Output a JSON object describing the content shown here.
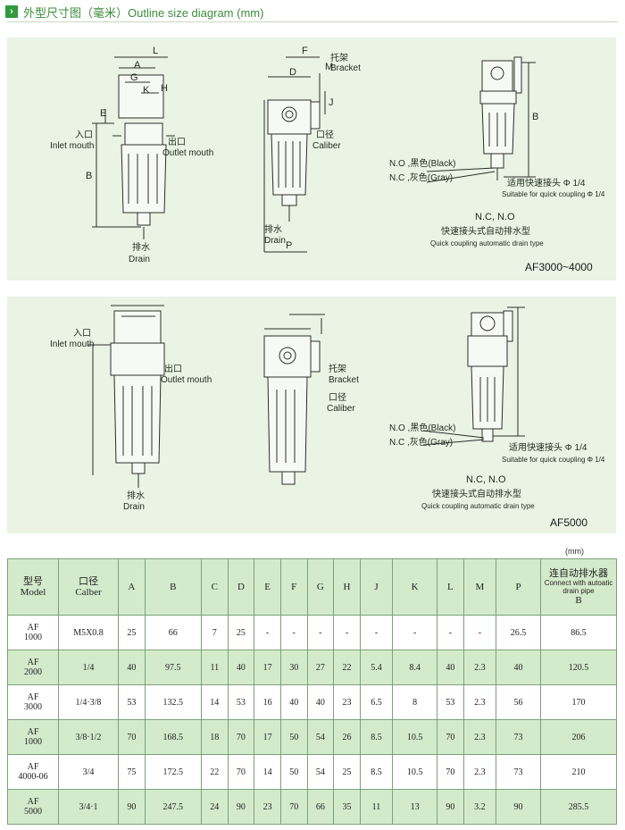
{
  "header": {
    "title": "外型尺寸图（毫米）Outline size diagram (mm)"
  },
  "panel1": {
    "dims_left": [
      "L",
      "A",
      "G",
      "K",
      "H",
      "E",
      "B"
    ],
    "dims_mid": [
      "F",
      "M",
      "D",
      "P",
      "J"
    ],
    "dims_right": [
      "B"
    ],
    "labels": {
      "inlet_cn": "入口",
      "inlet_en": "Inlet mouth",
      "outlet_cn": "出口",
      "outlet_en": "Outlet mouth",
      "drain_cn": "排水",
      "drain_en": "Drain",
      "bracket_cn": "托架",
      "bracket_en": "Bracket",
      "caliber_cn": "口径",
      "caliber_en": "Caliber",
      "drain2_cn": "排水",
      "drain2_en": "Drain",
      "no": "N.O ,黑色(Black)",
      "nc": "N.C ,灰色(Gray)",
      "quick_cn": "适用快速接头 Φ 1/4",
      "quick_en": "Suitable for quick coupling Φ 1/4",
      "ncno": "N.C, N.O",
      "qc_cn": "快速接头式自动排水型",
      "qc_en": "Quick coupling automatic drain type"
    },
    "model": "AF3000~4000"
  },
  "panel2": {
    "labels": {
      "inlet_cn": "入口",
      "inlet_en": "Inlet mouth",
      "outlet_cn": "出口",
      "outlet_en": "Outlet mouth",
      "drain_cn": "排水",
      "drain_en": "Drain",
      "bracket_cn": "托架",
      "bracket_en": "Bracket",
      "caliber_cn": "口径",
      "caliber_en": "Caliber",
      "no": "N.O ,黑色(Black)",
      "nc": "N.C ,灰色(Gray)",
      "quick_cn": "适用快速接头 Φ 1/4",
      "quick_en": "Suitable for quick coupling Φ 1/4",
      "ncno": "N.C, N.O",
      "qc_cn": "快速接头式自动排水型",
      "qc_en": "Quick coupling automatic drain type"
    },
    "model": "AF5000"
  },
  "table": {
    "unit": "(mm)",
    "headers": {
      "model_cn": "型号",
      "model_en": "Model",
      "caliber_cn": "口径",
      "caliber_en": "Calber",
      "cols": [
        "A",
        "B",
        "C",
        "D",
        "E",
        "F",
        "G",
        "H",
        "J",
        "K",
        "L",
        "M",
        "P"
      ],
      "last_cn": "连自动排水器",
      "last_en": "Connect with autoatic drain pipe",
      "last_b": "B"
    },
    "rows": [
      {
        "m1": "AF",
        "m2": "1000",
        "cal": "M5X0.8",
        "v": [
          "25",
          "66",
          "7",
          "25",
          "-",
          "-",
          "-",
          "-",
          "-",
          "-",
          "-",
          "-",
          "26.5"
        ],
        "last": "86.5"
      },
      {
        "m1": "AF",
        "m2": "2000",
        "cal": "1/4",
        "v": [
          "40",
          "97.5",
          "11",
          "40",
          "17",
          "30",
          "27",
          "22",
          "5.4",
          "8.4",
          "40",
          "2.3",
          "40"
        ],
        "last": "120.5"
      },
      {
        "m1": "AF",
        "m2": "3000",
        "cal": "1/4·3/8",
        "v": [
          "53",
          "132.5",
          "14",
          "53",
          "16",
          "40",
          "40",
          "23",
          "6.5",
          "8",
          "53",
          "2.3",
          "56"
        ],
        "last": "170"
      },
      {
        "m1": "AF",
        "m2": "1000",
        "cal": "3/8·1/2",
        "v": [
          "70",
          "168.5",
          "18",
          "70",
          "17",
          "50",
          "54",
          "26",
          "8.5",
          "10.5",
          "70",
          "2.3",
          "73"
        ],
        "last": "206"
      },
      {
        "m1": "AF",
        "m2": "4000-06",
        "cal": "3/4",
        "v": [
          "75",
          "172.5",
          "22",
          "70",
          "14",
          "50",
          "54",
          "25",
          "8.5",
          "10.5",
          "70",
          "2.3",
          "73"
        ],
        "last": "210"
      },
      {
        "m1": "AF",
        "m2": "5000",
        "cal": "3/4·1",
        "v": [
          "90",
          "247.5",
          "24",
          "90",
          "23",
          "70",
          "66",
          "35",
          "11",
          "13",
          "90",
          "3.2",
          "90"
        ],
        "last": "285.5"
      }
    ]
  },
  "colors": {
    "panel_bg": "#eaf3e4",
    "table_shade": "#d4ebcb",
    "accent": "#2f9a3c"
  }
}
